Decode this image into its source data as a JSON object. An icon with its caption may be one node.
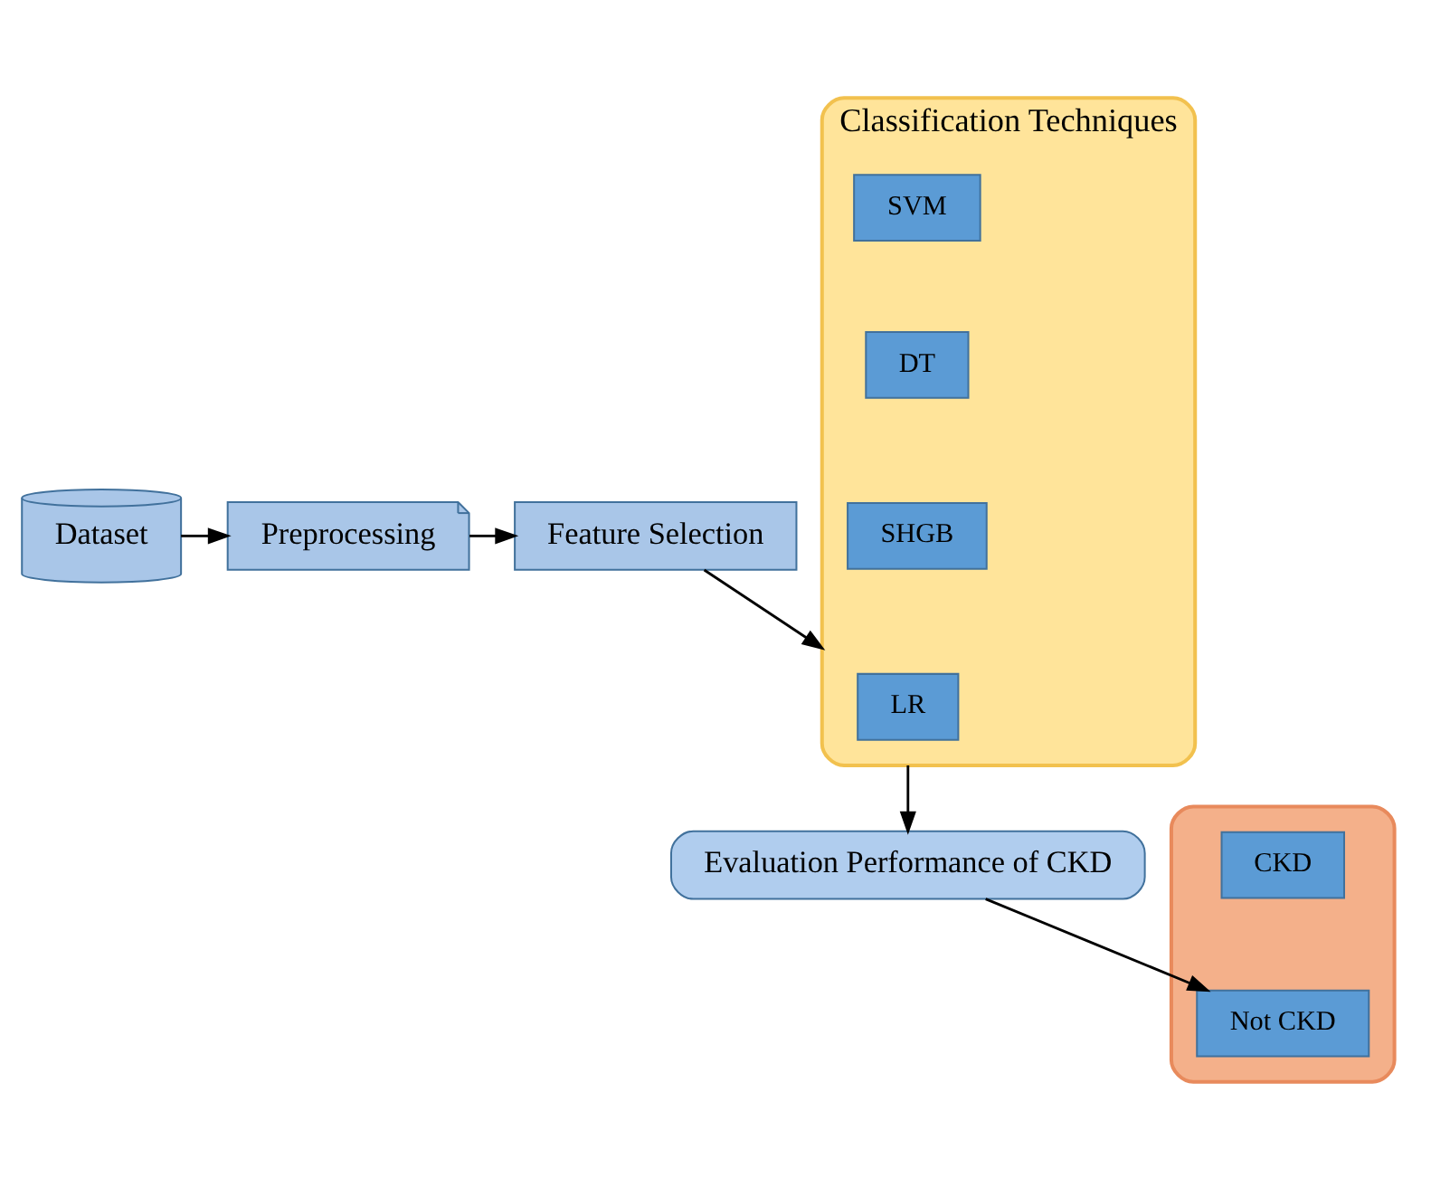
{
  "diagram": {
    "nodes": [
      {
        "text": [
          "Dataset"
        ]
      },
      {
        "text": [
          "Preprocessing"
        ]
      },
      {
        "text": [
          "Feature Selection"
        ]
      },
      {
        "text": [
          "Classification Techniques"
        ]
      },
      {
        "text": [
          "SVM"
        ],
        "in": 3
      },
      {
        "text": [
          "DT"
        ],
        "in": 3
      },
      {
        "text": [
          "SHGB"
        ],
        "in": 3
      },
      {
        "text": [
          "LR"
        ],
        "in": 3
      },
      {
        "text": [],
        "shape": "box"
      },
      {
        "text": [
          "CKD"
        ],
        "in": 8
      },
      {
        "text": [
          "Not CKD"
        ],
        "in": 8
      },
      {
        "text": [
          "Evaluation Performance of CKD"
        ]
      }
    ],
    "edges": [
      {
        "from": 0,
        "to": 1,
        "arrow": "to"
      },
      {
        "from": 1,
        "to": 2,
        "arrow": "to"
      },
      {
        "from": 2,
        "to": 3,
        "arrow": "to"
      },
      {
        "from": 3,
        "to": 11,
        "arrow": "to"
      },
      {
        "from": 11,
        "to": 10,
        "arrow": "to"
      }
    ]
  }
}
